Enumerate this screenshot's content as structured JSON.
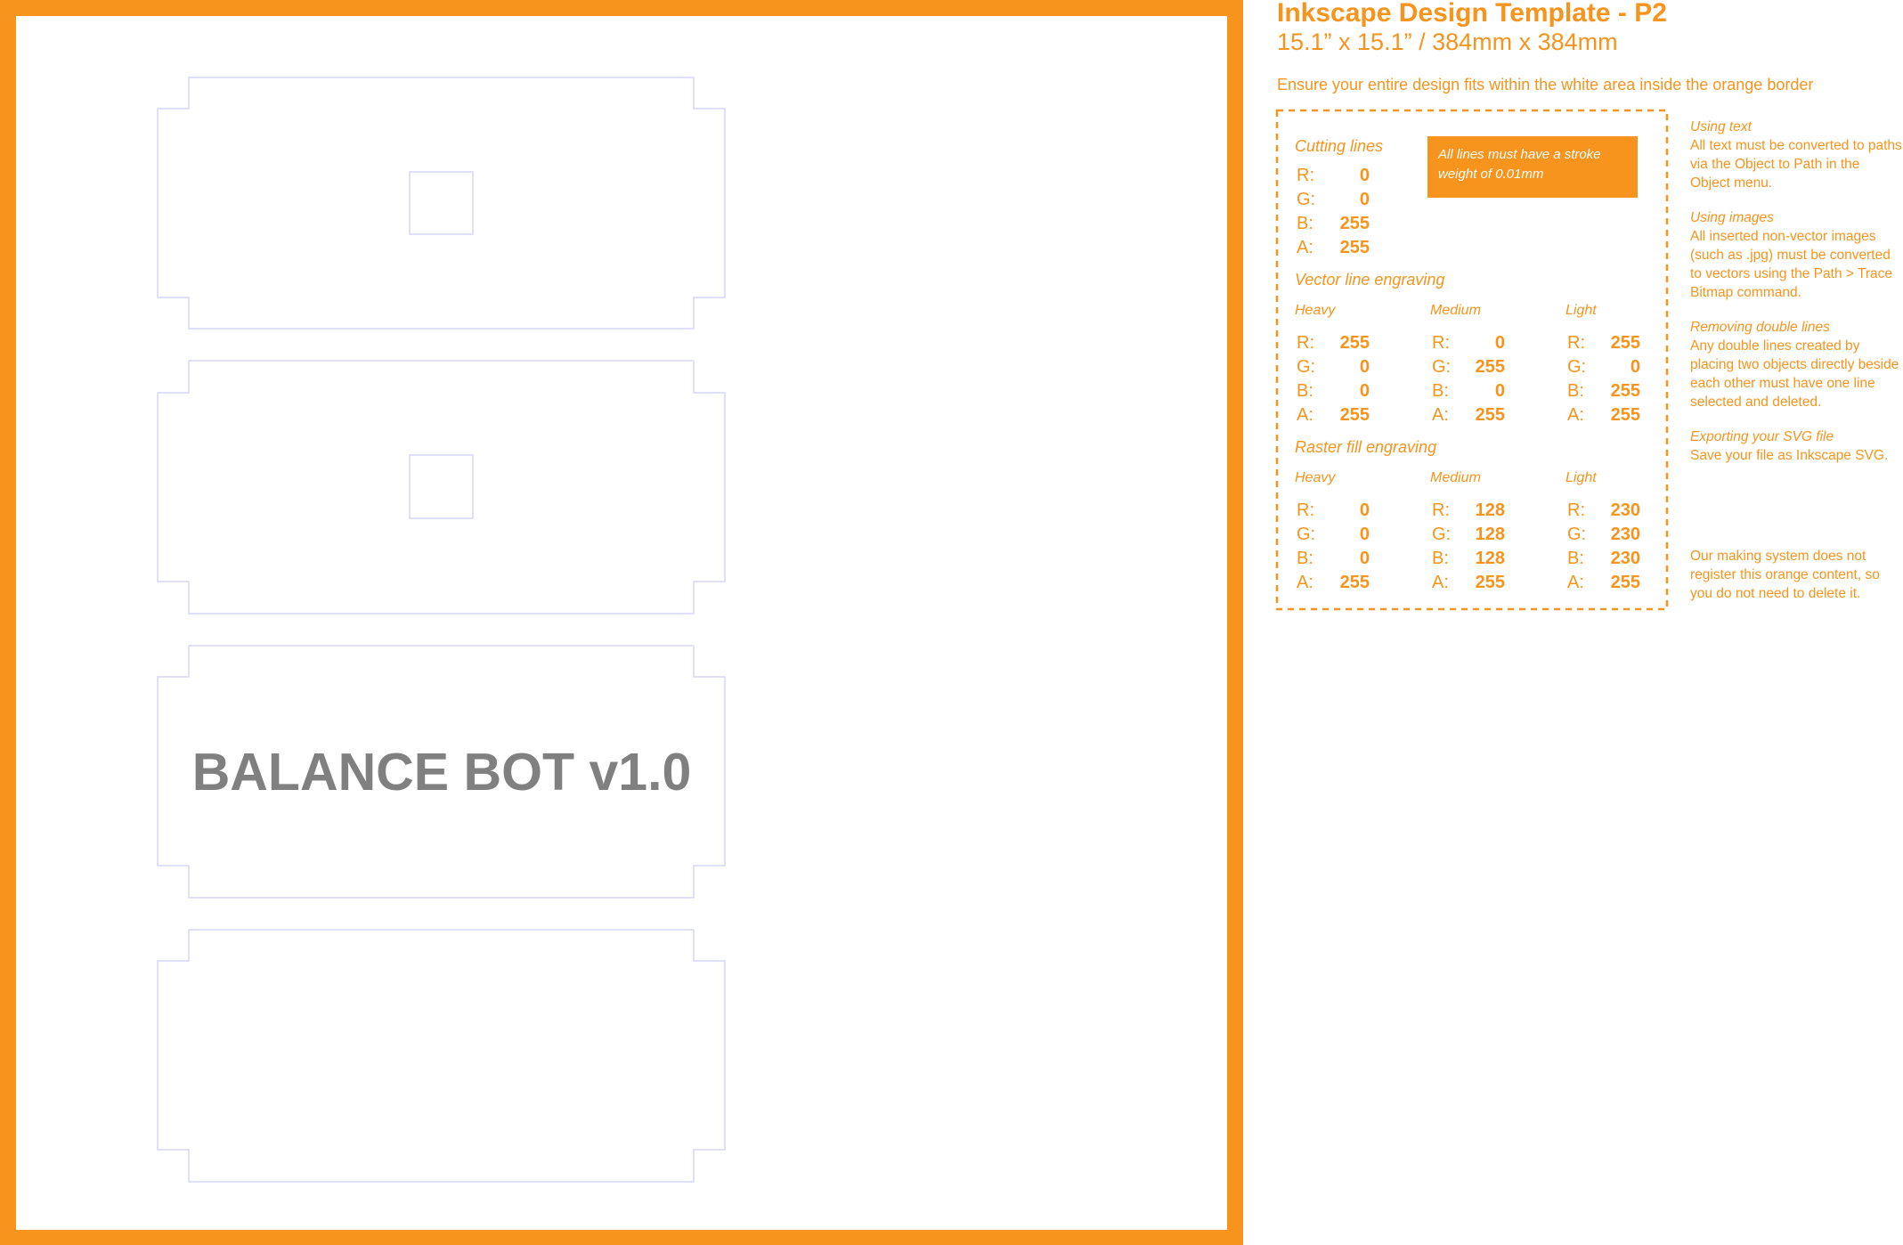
{
  "header": {
    "title": "Inkscape Design Template - P2",
    "subtitle": "15.1” x 15.1” / 384mm x 384mm",
    "instruction": "Ensure your entire design fits within the white area inside the orange border"
  },
  "design": {
    "engraved_text": "BALANCE BOT v1.0"
  },
  "settings": {
    "stroke_note": "All  lines must have a stroke weight of 0.01mm",
    "cutting": {
      "heading": "Cutting lines",
      "values": [
        {
          "label": "R:",
          "value": "0"
        },
        {
          "label": "G:",
          "value": "0"
        },
        {
          "label": "B:",
          "value": "255"
        },
        {
          "label": "A:",
          "value": "255"
        }
      ]
    },
    "vector": {
      "heading": "Vector line engraving",
      "columns": [
        {
          "name": "Heavy",
          "values": [
            {
              "label": "R:",
              "value": "255"
            },
            {
              "label": "G:",
              "value": "0"
            },
            {
              "label": "B:",
              "value": "0"
            },
            {
              "label": "A:",
              "value": "255"
            }
          ]
        },
        {
          "name": "Medium",
          "values": [
            {
              "label": "R:",
              "value": "0"
            },
            {
              "label": "G:",
              "value": "255"
            },
            {
              "label": "B:",
              "value": "0"
            },
            {
              "label": "A:",
              "value": "255"
            }
          ]
        },
        {
          "name": "Light",
          "values": [
            {
              "label": "R:",
              "value": "255"
            },
            {
              "label": "G:",
              "value": "0"
            },
            {
              "label": "B:",
              "value": "255"
            },
            {
              "label": "A:",
              "value": "255"
            }
          ]
        }
      ]
    },
    "raster": {
      "heading": "Raster fill engraving",
      "columns": [
        {
          "name": "Heavy",
          "values": [
            {
              "label": "R:",
              "value": "0"
            },
            {
              "label": "G:",
              "value": "0"
            },
            {
              "label": "B:",
              "value": "0"
            },
            {
              "label": "A:",
              "value": "255"
            }
          ]
        },
        {
          "name": "Medium",
          "values": [
            {
              "label": "R:",
              "value": "128"
            },
            {
              "label": "G:",
              "value": "128"
            },
            {
              "label": "B:",
              "value": "128"
            },
            {
              "label": "A:",
              "value": "255"
            }
          ]
        },
        {
          "name": "Light",
          "values": [
            {
              "label": "R:",
              "value": "230"
            },
            {
              "label": "G:",
              "value": "230"
            },
            {
              "label": "B:",
              "value": "230"
            },
            {
              "label": "A:",
              "value": "255"
            }
          ]
        }
      ]
    }
  },
  "sidebar": {
    "using_text_heading": "Using text",
    "using_text_body": "All text must be converted to paths via the Object to Path in the Object menu.",
    "using_images_heading": "Using images",
    "using_images_body": "All inserted non-vector images (such as .jpg) must be converted to vectors using the Path > Trace Bitmap command.",
    "double_lines_heading": "Removing double lines",
    "double_lines_body": "Any double lines created by placing two objects directly beside each other must have one line selected and deleted.",
    "export_heading": "Exporting your SVG file",
    "export_body": "Save your file as Inkscape SVG.",
    "footer": "Our making system does not register this orange content, so you do not need to delete it."
  },
  "colors": {
    "accent": "#f7941d",
    "cut_line": "#d6d6f4",
    "engraved_text": "#808080",
    "white": "#ffffff"
  }
}
